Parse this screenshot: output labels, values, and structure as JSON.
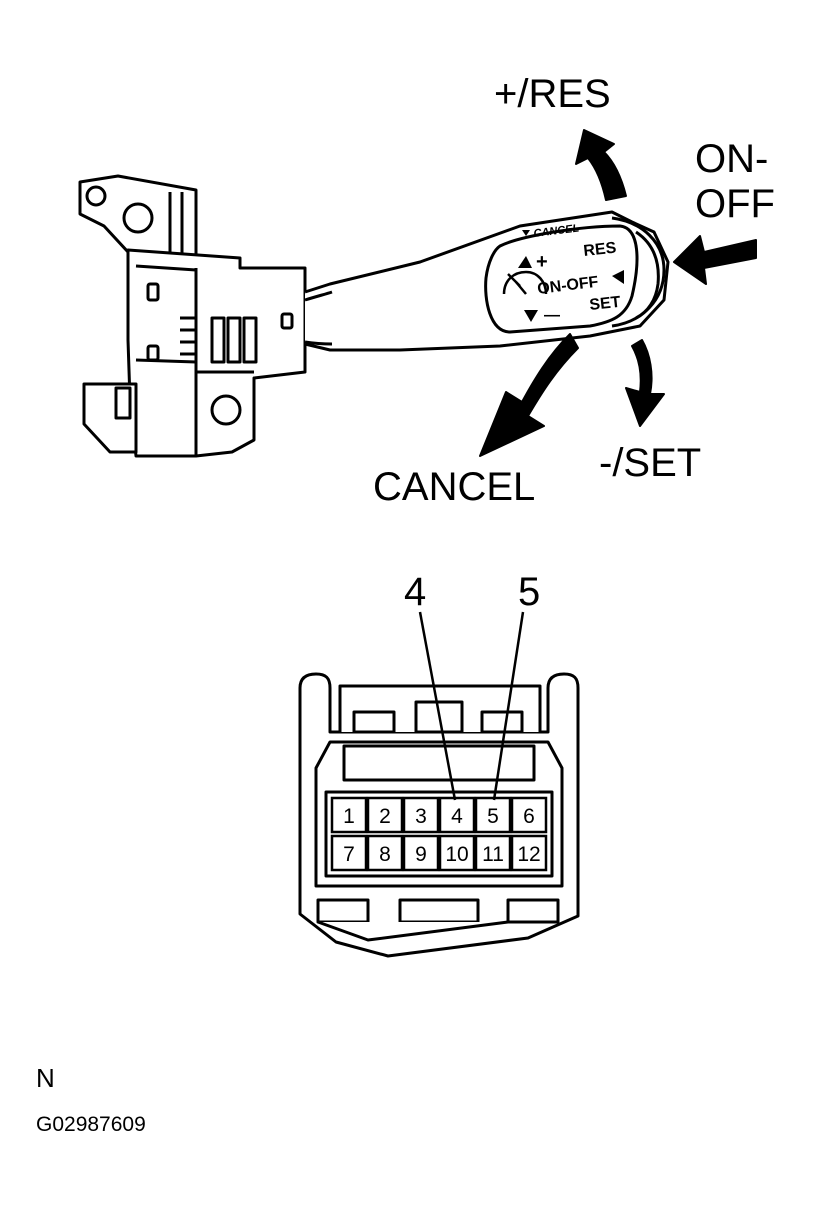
{
  "labels": {
    "res": "+/RES",
    "on_off_line1": "ON-",
    "on_off_line2": "OFF",
    "cancel": "CANCEL",
    "set": "-/SET"
  },
  "lever_markings": {
    "cancel": "CANCEL",
    "plus": "+",
    "res": "RES",
    "on_off": "ON-OFF",
    "minus": "—",
    "set": "SET"
  },
  "connector": {
    "callouts": [
      "4",
      "5"
    ],
    "pins_top": [
      "1",
      "2",
      "3",
      "4",
      "5",
      "6"
    ],
    "pins_bottom": [
      "7",
      "8",
      "9",
      "10",
      "11",
      "12"
    ]
  },
  "footer": {
    "letter": "N",
    "code": "G02987609"
  }
}
